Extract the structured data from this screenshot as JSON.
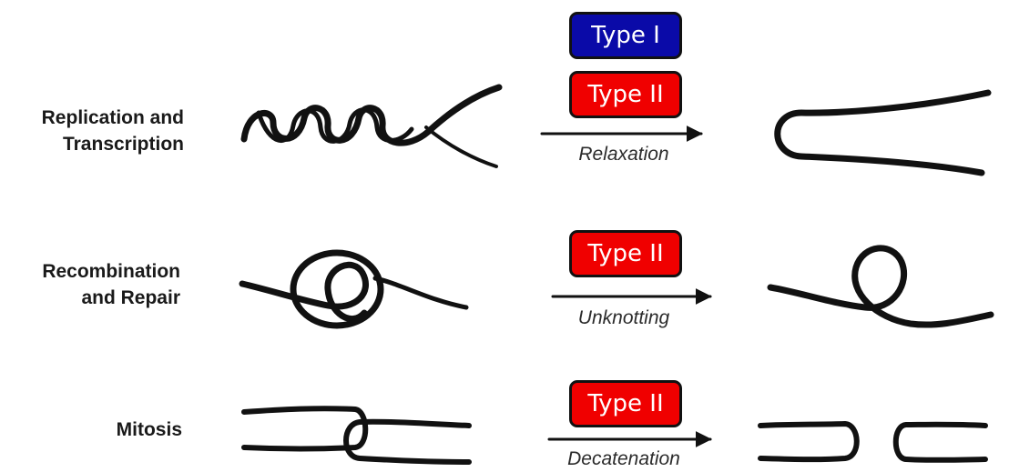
{
  "rows": [
    {
      "process_line1": "Replication and",
      "process_line2": "Transcription",
      "enzyme_top": "Type I",
      "enzyme": "Type II",
      "action": "Relaxation"
    },
    {
      "process_line1": "Recombination",
      "process_line2": "and Repair",
      "enzyme": "Type II",
      "action": "Unknotting"
    },
    {
      "process_line1": "Mitosis",
      "enzyme": "Type II",
      "action": "Decatenation"
    }
  ],
  "colors": {
    "type_i": "#0a0aa8",
    "type_ii": "#f00000",
    "ink": "#111111"
  }
}
